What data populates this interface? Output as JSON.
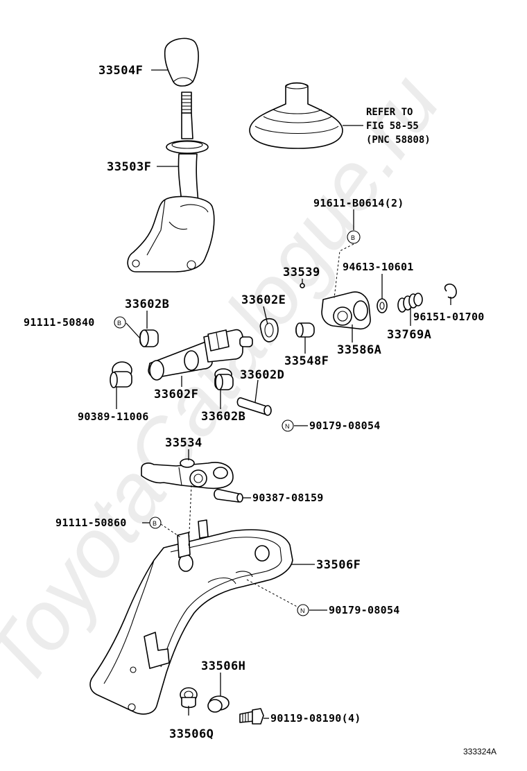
{
  "watermark": "ToyotaCatalogue.ru",
  "refer_note": [
    "REFER TO",
    "FIG 58-55",
    "(PNC 58808)"
  ],
  "figure_code": "333324A",
  "tags": {
    "b": "B",
    "n": "N"
  },
  "parts": {
    "p33504F": "33504F",
    "p33503F": "33503F",
    "p91611": "91611-B0614(2)",
    "p33539": "33539",
    "p94613": "94613-10601",
    "p33602B_top": "33602B",
    "p33602E": "33602E",
    "p91111_50840": "91111-50840",
    "p96151": "96151-01700",
    "p33769A": "33769A",
    "p33586A": "33586A",
    "p33548F": "33548F",
    "p33602D": "33602D",
    "p33602F": "33602F",
    "p90389": "90389-11006",
    "p33602B_bot": "33602B",
    "p90179_a": "90179-08054",
    "p33534": "33534",
    "p90387": "90387-08159",
    "p91111_50860": "91111-50860",
    "p33506F": "33506F",
    "p90179_b": "90179-08054",
    "p33506H": "33506H",
    "p90119": "90119-08190(4)",
    "p33506Q": "33506Q"
  }
}
